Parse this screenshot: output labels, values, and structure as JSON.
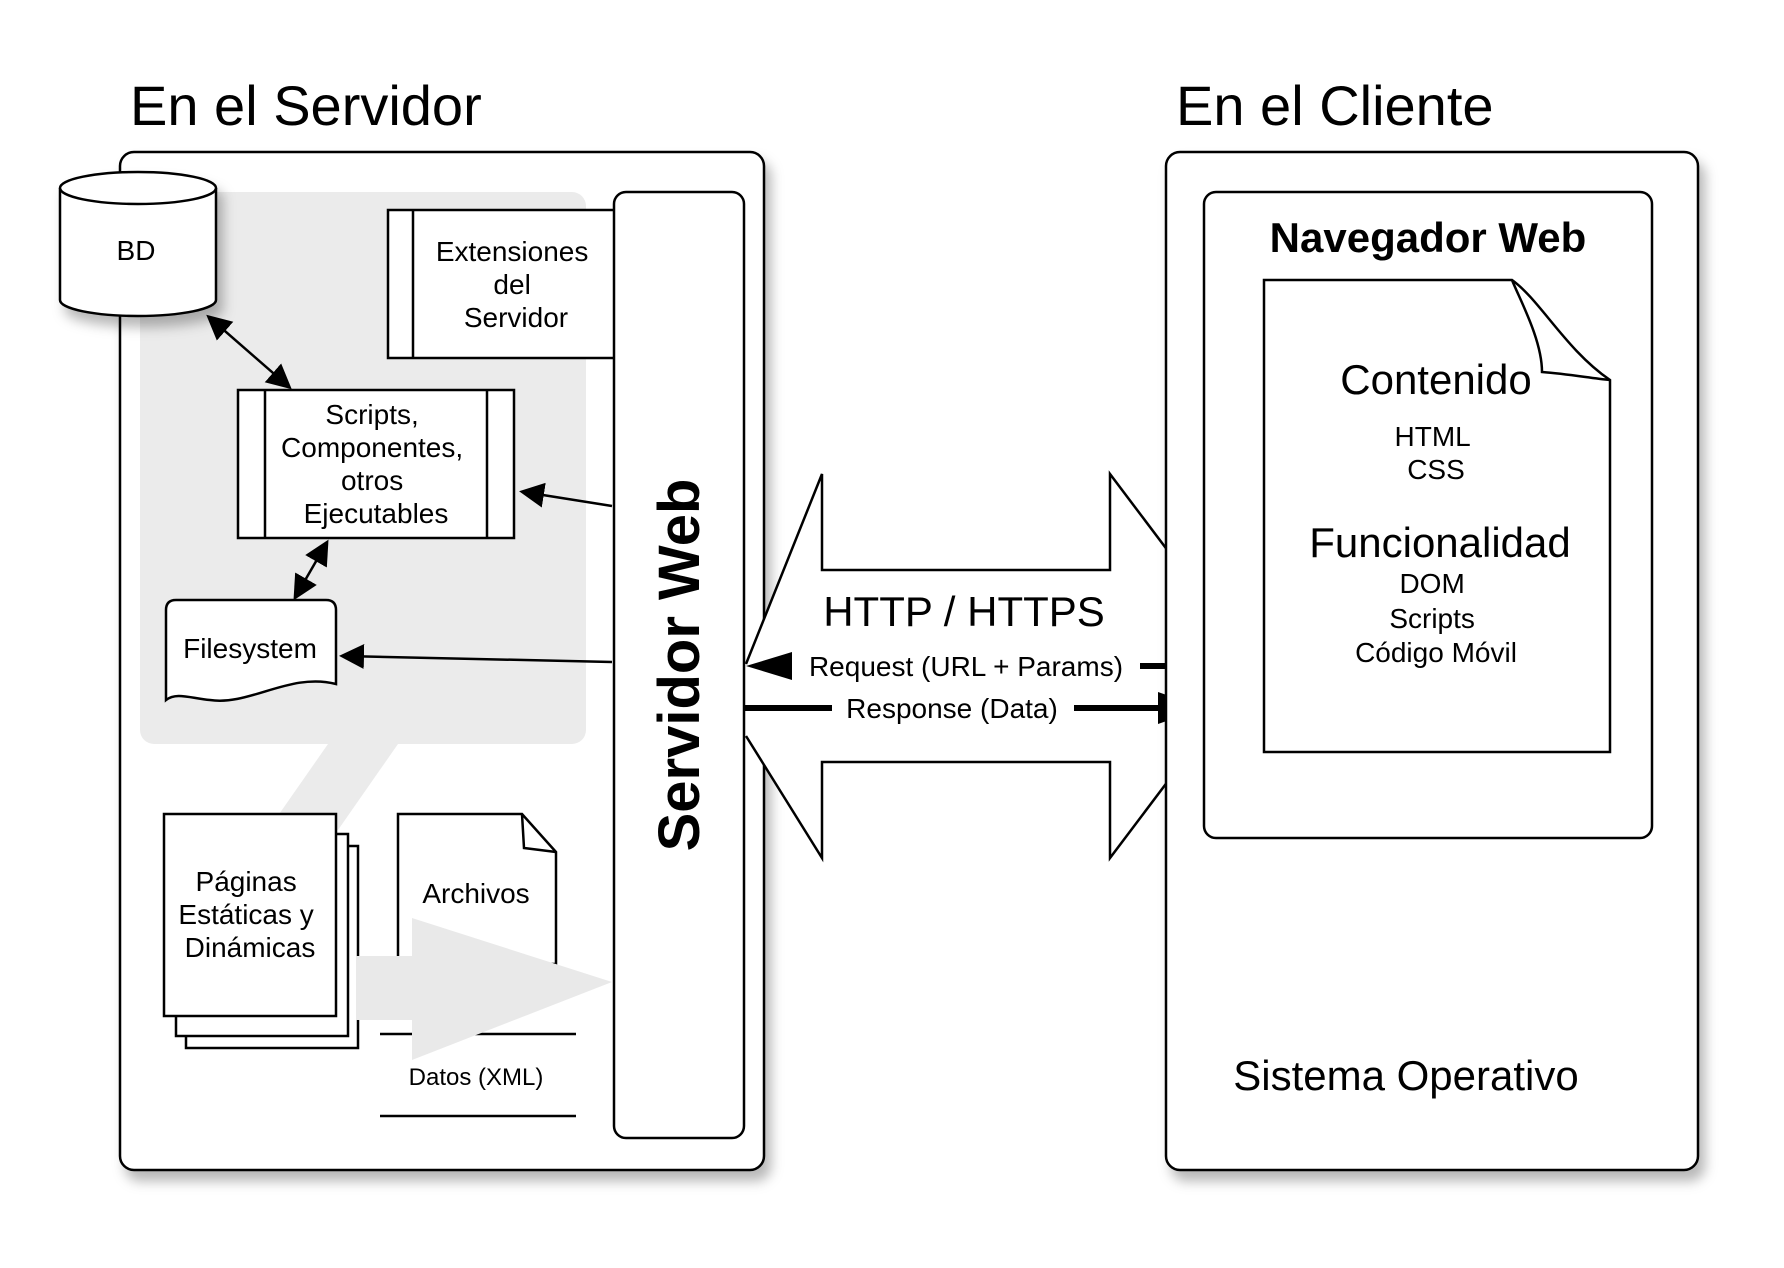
{
  "server": {
    "title": "En el Servidor",
    "db_label": "BD",
    "extensions_label": [
      "Extensiones",
      "del",
      "Servidor"
    ],
    "scripts_label": [
      "Scripts,",
      "Componentes,",
      "otros",
      "Ejecutables"
    ],
    "filesystem_label": "Filesystem",
    "pages_label": [
      "Páginas",
      "Estáticas y",
      "Dinámicas"
    ],
    "files_label": "Archivos",
    "data_label": "Datos (XML)",
    "web_server_label": "Servidor Web"
  },
  "protocol": {
    "title": "HTTP / HTTPS",
    "request_label": "Request (URL + Params)",
    "response_label": "Response (Data)"
  },
  "client": {
    "title": "En el Cliente",
    "browser_label": "Navegador Web",
    "content_title": "Contenido",
    "content_items": [
      "HTML",
      "CSS"
    ],
    "functionality_title": "Funcionalidad",
    "functionality_items": [
      "DOM",
      "Scripts",
      "Código Móvil"
    ],
    "os_label": "Sistema Operativo"
  }
}
